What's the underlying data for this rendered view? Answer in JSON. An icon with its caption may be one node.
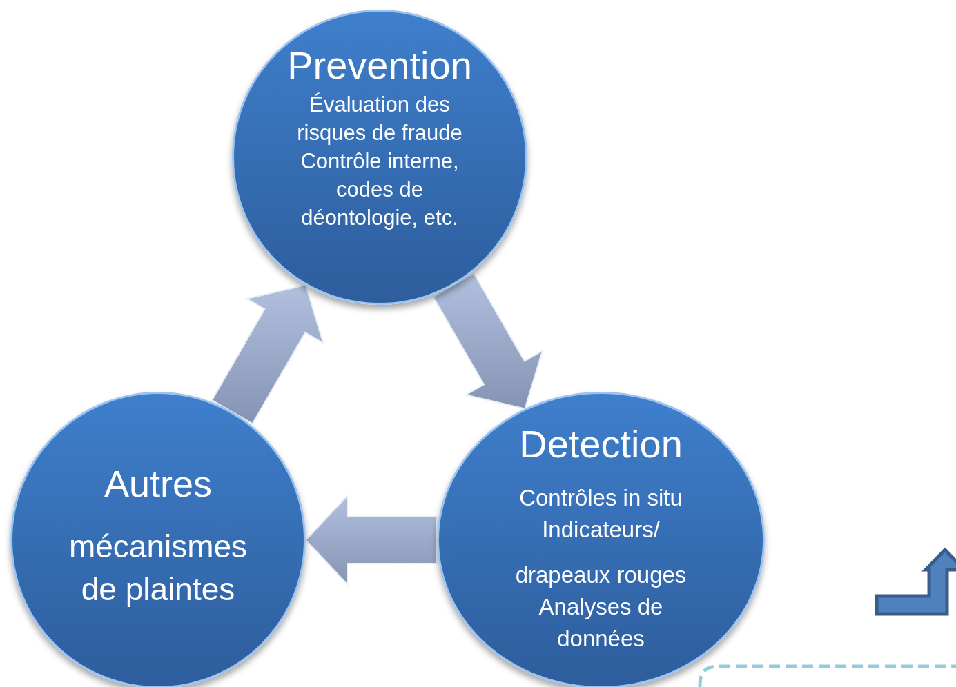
{
  "diagram": {
    "nodes": [
      {
        "text": [
          "Prevention",
          "Évaluation des risques de fraude Contrôle interne, codes de déontologie, etc."
        ]
      },
      {
        "text": [
          "Detection",
          "Contrôles in situ Indicateurs/",
          "drapeaux rouges Analyses de données"
        ]
      },
      {
        "text": [
          "Autres",
          "mécanismes de plaintes"
        ]
      }
    ],
    "edges": [
      {
        "from": 0,
        "to": 1,
        "arrow": "to"
      },
      {
        "from": 1,
        "to": 2,
        "arrow": "to"
      },
      {
        "from": 2,
        "to": 0,
        "arrow": "to"
      }
    ]
  }
}
